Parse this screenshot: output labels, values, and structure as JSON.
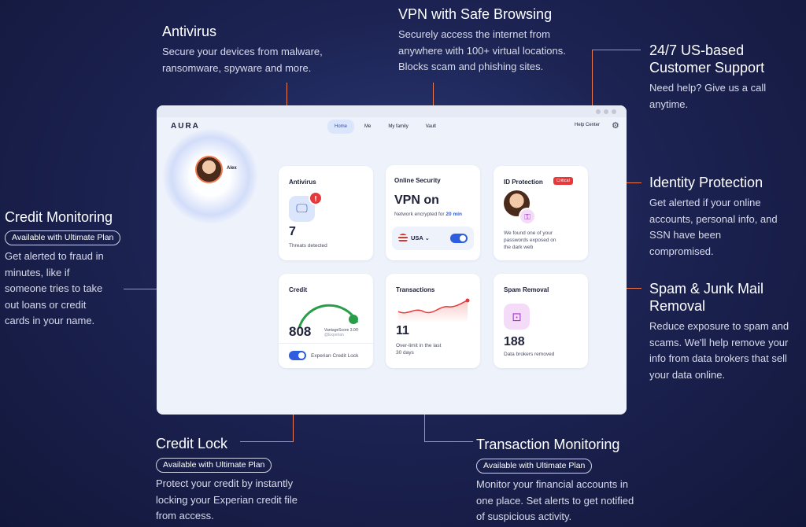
{
  "features": {
    "antivirus": {
      "title": "Antivirus",
      "desc": [
        "Secure your devices from malware,",
        "ransomware, spyware and more."
      ]
    },
    "vpn": {
      "title": "VPN with Safe Browsing",
      "desc": [
        "Securely access the internet from",
        "anywhere with 100+ virtual locations.",
        "Blocks scam and phishing sites."
      ]
    },
    "support": {
      "title": [
        "24/7 US-based",
        "Customer Support"
      ],
      "desc": [
        "Need help? Give us a call",
        "anytime."
      ]
    },
    "identity": {
      "title": "Identity Protection",
      "desc": [
        "Get alerted if your online",
        "accounts, personal info, and",
        "SSN have been",
        "compromised."
      ]
    },
    "credit_monitoring": {
      "title": "Credit Monitoring",
      "pill": "Available with Ultimate Plan",
      "desc": [
        "Get alerted to fraud in",
        "minutes, like if",
        "someone tries to take",
        "out loans or credit",
        "cards in your name."
      ]
    },
    "spam": {
      "title": [
        "Spam & Junk Mail",
        "Removal"
      ],
      "desc": [
        "Reduce exposure to spam and",
        "scams. We'll help remove your",
        "info from data brokers that sell",
        "your data online."
      ]
    },
    "credit_lock": {
      "title": "Credit Lock",
      "pill": "Available with Ultimate Plan",
      "desc": [
        "Protect your credit by instantly",
        "locking your Experian credit file",
        "from access."
      ]
    },
    "transaction": {
      "title": "Transaction Monitoring",
      "pill": "Available with Ultimate Plan",
      "desc": [
        "Monitor your financial accounts in",
        "one place. Set alerts to get notified",
        "of suspicious activity."
      ]
    }
  },
  "app": {
    "logo": "AURA",
    "tabs": [
      "Home",
      "Me",
      "My family",
      "Vault"
    ],
    "help": "Help Center",
    "user": "Alex",
    "cards": {
      "antivirus": {
        "title": "Antivirus",
        "value": "7",
        "sub": "Threats detected",
        "badge": "!"
      },
      "online": {
        "title": "Online Security",
        "value": "VPN on",
        "sub": "Network encrypted for",
        "sub_val": "20 min",
        "country": "USA"
      },
      "id": {
        "title": "ID Protection",
        "badge": "Critical",
        "sub": [
          "We found one of your",
          "passwords exposed on",
          "the dark web"
        ]
      },
      "credit": {
        "title": "Credit",
        "value": "808",
        "score": "VantageScore 3.0®",
        "src": "@Experian",
        "lock": "Experian Credit Lock"
      },
      "transactions": {
        "title": "Transactions",
        "value": "11",
        "sub": [
          "Over-limit in the last",
          "30 days"
        ]
      },
      "spam": {
        "title": "Spam Removal",
        "value": "188",
        "sub": "Data brokers removed"
      }
    }
  },
  "colors": {
    "accent": "#f07a52",
    "blue": "#2f5de0",
    "green": "#2a9d4b",
    "critical": "#e5393b"
  }
}
